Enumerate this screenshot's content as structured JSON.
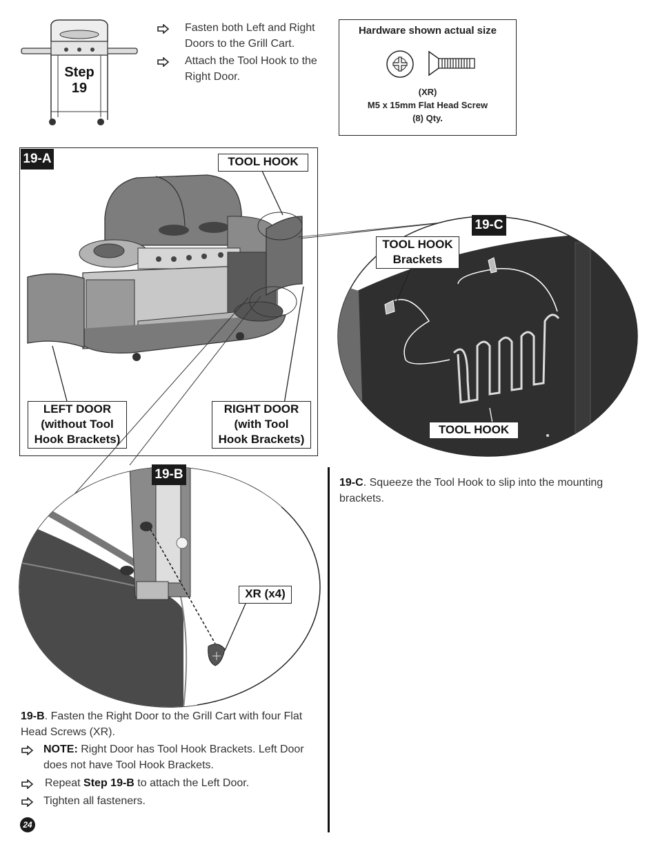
{
  "step": {
    "label_line1": "Step",
    "label_line2": "19"
  },
  "intro_bullets": [
    "Fasten both Left and Right Doors  to the Grill Cart.",
    "Attach the Tool Hook to the Right Door."
  ],
  "hardware": {
    "title": "Hardware shown actual size",
    "code": "(XR)",
    "name": "M5 x 15mm Flat Head Screw",
    "qty": "(8) Qty."
  },
  "fig_a": {
    "tag": "19-A",
    "tool_hook": "TOOL HOOK",
    "left_door": [
      "LEFT DOOR",
      "(without Tool",
      "Hook Brackets)"
    ],
    "right_door": [
      "RIGHT DOOR",
      "(with Tool",
      "Hook Brackets)"
    ]
  },
  "fig_b": {
    "tag": "19-B",
    "screw_label": "XR (x4)"
  },
  "fig_c": {
    "tag": "19-C",
    "brackets": [
      "TOOL HOOK",
      "Brackets"
    ],
    "tool_hook": "TOOL HOOK"
  },
  "text_c": {
    "ref": "19-C",
    "body": ". Squeeze the Tool Hook to slip into the mounting brackets."
  },
  "text_b": {
    "ref": "19-B",
    "body": ". Fasten the Right Door to the Grill Cart with four Flat Head Screws (XR).",
    "note_label": "NOTE:",
    "note_body": " Right Door has Tool Hook Brackets.  Left Door does not have Tool Hook Brackets.",
    "repeat_pre": "Repeat ",
    "repeat_step": "Step 19-B",
    "repeat_post": " to attach the Left Door.",
    "tighten": "Tighten all fasteners."
  },
  "page_number": "24"
}
